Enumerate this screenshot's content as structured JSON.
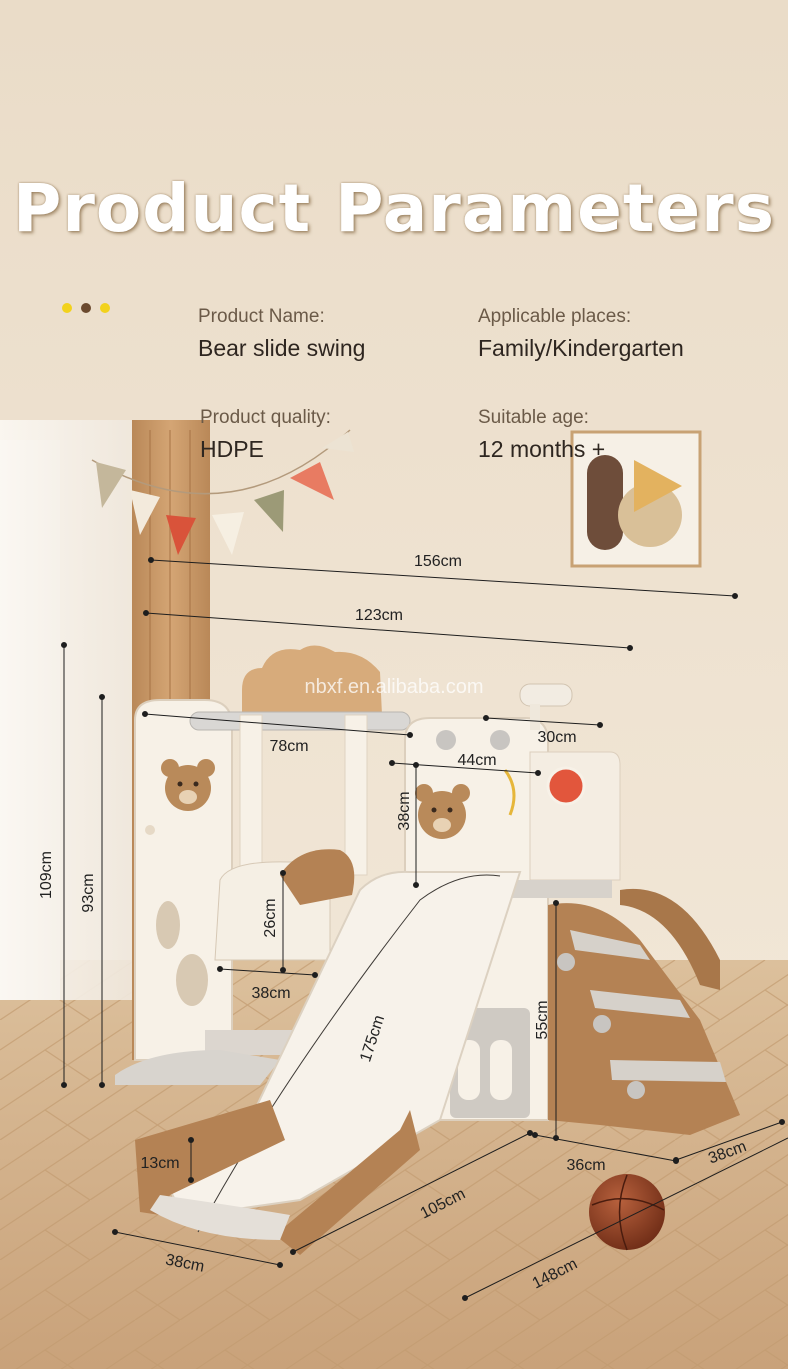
{
  "title": "Product Parameters",
  "params": [
    {
      "label": "Product Name:",
      "value": "Bear slide swing"
    },
    {
      "label": "Applicable places:",
      "value": "Family/Kindergarten"
    },
    {
      "label": "Product quality:",
      "value": "HDPE"
    },
    {
      "label": "Suitable age:",
      "value": "12 months +"
    }
  ],
  "dots": [
    "#f2d21c",
    "#6b4a2e",
    "#f2d21c"
  ],
  "watermark": "nbxf.en.alibaba.com",
  "dimensions": {
    "total_width": "156cm",
    "frame_width": "123cm",
    "swing_beam": "78cm",
    "tower_top": "30cm",
    "platform_width": "44cm",
    "guard_height": "38cm",
    "total_height": "109cm",
    "swing_height": "93cm",
    "seat_back": "26cm",
    "seat_width": "38cm",
    "slide_length": "175cm",
    "platform_height": "55cm",
    "slide_lip": "13cm",
    "slide_base": "105cm",
    "slide_end_width": "38cm",
    "stair_width": "36cm",
    "stair_depth": "38cm",
    "total_length": "148cm"
  },
  "colors": {
    "wall": "#efe3d2",
    "floor": "#d8b78f",
    "cream": "#f7f1e7",
    "brown": "#a8774a",
    "accent_red": "#e2563c"
  }
}
